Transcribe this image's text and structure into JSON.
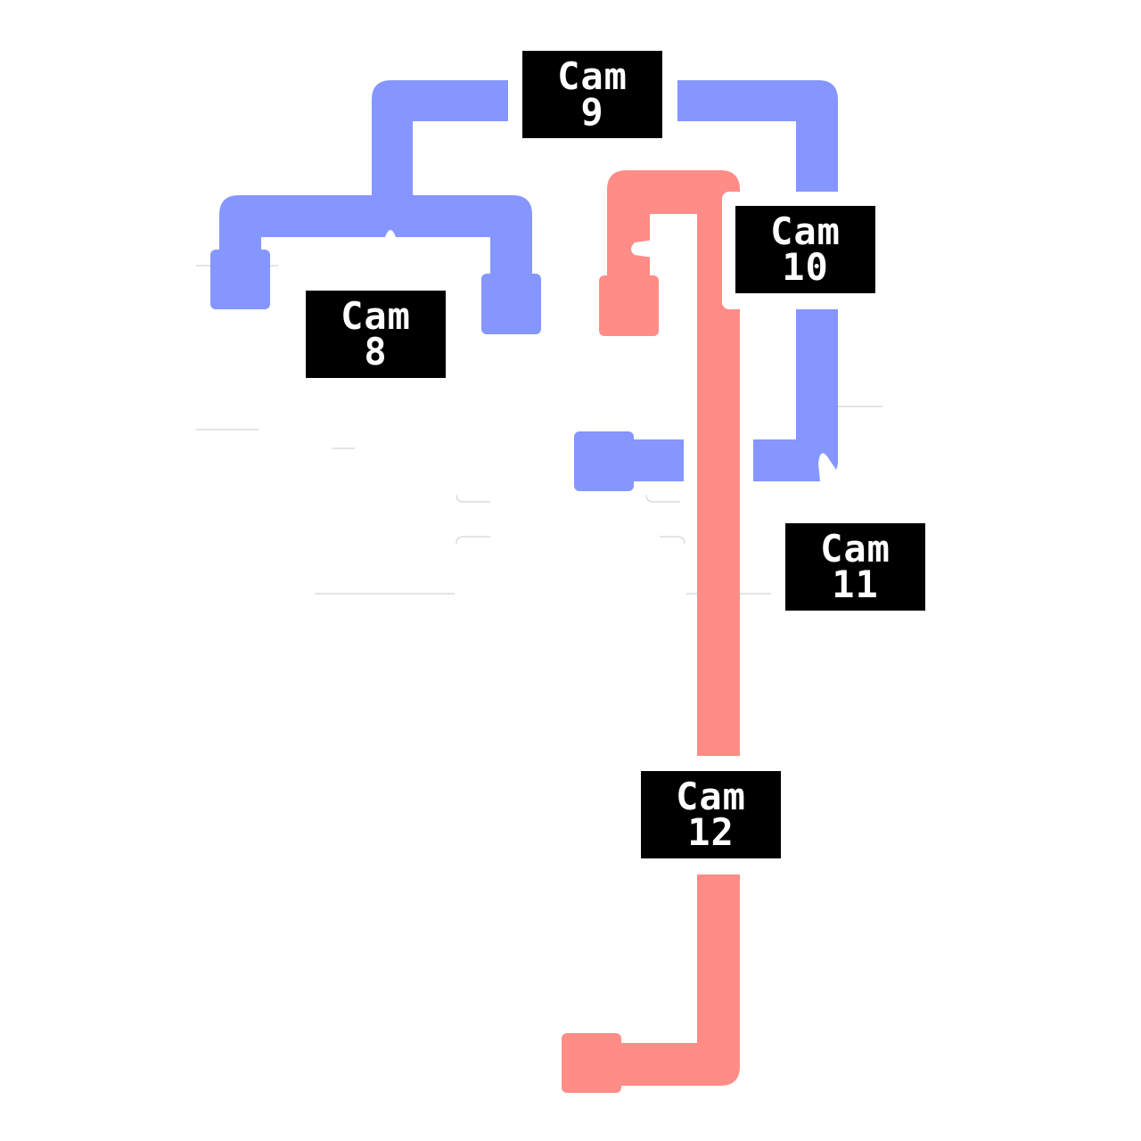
{
  "colors": {
    "blue_route": "#8596FF",
    "red_route": "#FF8C87",
    "label_bg": "#000000",
    "label_text": "#FFFFFF"
  },
  "cameras": [
    {
      "name": "Cam",
      "number": "9"
    },
    {
      "name": "Cam",
      "number": "10"
    },
    {
      "name": "Cam",
      "number": "8"
    },
    {
      "name": "Cam",
      "number": "11"
    },
    {
      "name": "Cam",
      "number": "12"
    }
  ]
}
